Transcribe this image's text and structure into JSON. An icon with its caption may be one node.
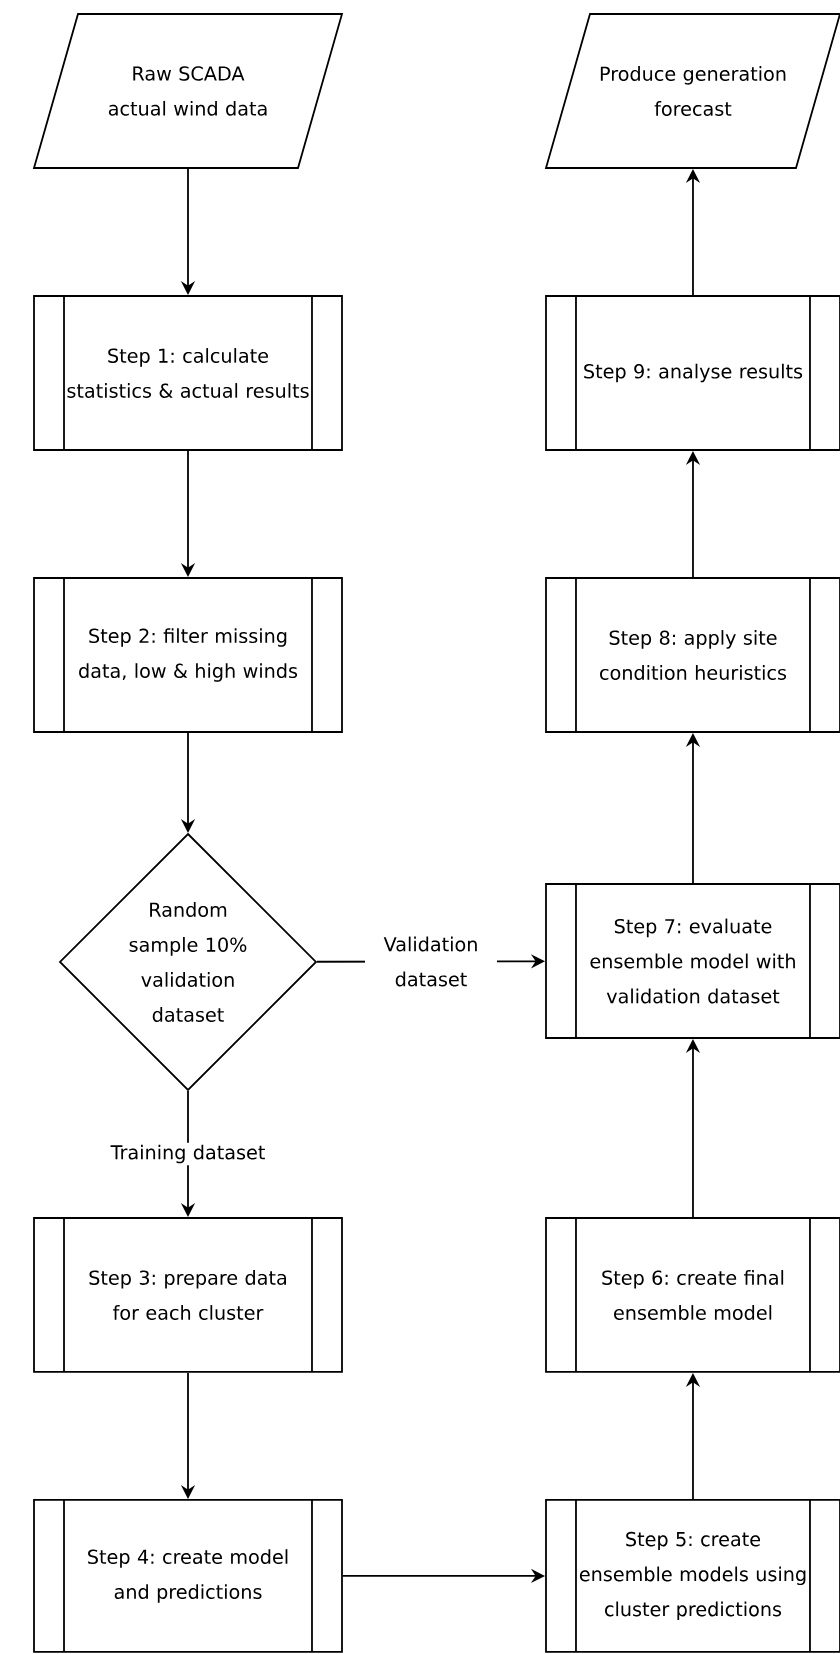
{
  "diagram": {
    "nodes": [
      {
        "text": [
          "Raw SCADA actual wind data"
        ]
      },
      {
        "text": [
          "Step 1: calculate statistics & actual results"
        ]
      },
      {
        "text": [
          "Step 2: filter missing data, low & high winds"
        ]
      },
      {
        "text": [
          "Random sample 10% validation dataset"
        ]
      },
      {
        "text": [
          "Step 3: prepare data for each cluster"
        ]
      },
      {
        "text": [
          "Step 4: create model and predictions"
        ]
      },
      {
        "text": [
          "Step 5: create ensemble models using cluster predictions"
        ]
      },
      {
        "text": [
          "Step 6: create final ensemble model"
        ]
      },
      {
        "text": [
          "Step 7: evaluate ensemble model with validation dataset"
        ]
      },
      {
        "text": [
          "Step 8: apply site condition heuristics"
        ]
      },
      {
        "text": [
          "Step 9: analyse results"
        ]
      },
      {
        "text": [
          "Produce generation forecast"
        ]
      }
    ],
    "edges": [
      {
        "from": 0,
        "to": 1,
        "arrow": "to"
      },
      {
        "from": 1,
        "to": 2,
        "arrow": "to"
      },
      {
        "from": 2,
        "to": 3,
        "arrow": "to"
      },
      {
        "from": 3,
        "to": 4,
        "arrow": "to",
        "label": "Training dataset"
      },
      {
        "from": 3,
        "to": 8,
        "arrow": "to",
        "label": "Validation dataset"
      },
      {
        "from": 4,
        "to": 5,
        "arrow": "to"
      },
      {
        "from": 5,
        "to": 6,
        "arrow": "to"
      },
      {
        "from": 6,
        "to": 7,
        "arrow": "to"
      },
      {
        "from": 7,
        "to": 8,
        "arrow": "to"
      },
      {
        "from": 8,
        "to": 9,
        "arrow": "to"
      },
      {
        "from": 9,
        "to": 10,
        "arrow": "to"
      },
      {
        "from": 10,
        "to": 11,
        "arrow": "to"
      }
    ]
  }
}
